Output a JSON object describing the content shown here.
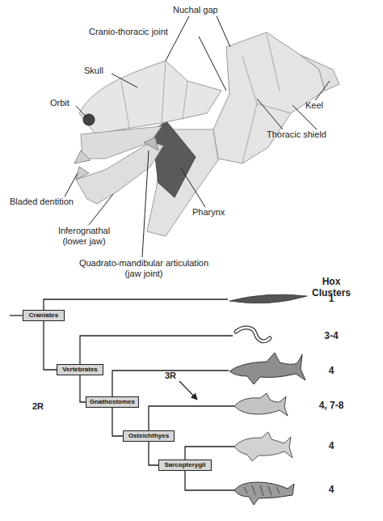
{
  "diagram": {
    "nodes": [
      {
        "text": [
          "Craniates"
        ]
      },
      {
        "text": [
          "Vertebrates"
        ]
      },
      {
        "text": [
          "Gnathostomes"
        ]
      },
      {
        "text": [
          "Osteichthyes"
        ]
      },
      {
        "text": [
          "Sarcopterygii"
        ]
      }
    ],
    "edges": [
      {
        "from": 0,
        "to": 1,
        "arrow": "none"
      },
      {
        "from": 1,
        "to": 2,
        "arrow": "none"
      },
      {
        "from": 2,
        "to": 3,
        "arrow": "none"
      },
      {
        "from": 3,
        "to": 4,
        "arrow": "none"
      }
    ],
    "labels": [
      "Nuchal gap",
      "Cranio-thoracic joint",
      "Skull",
      "Orbit",
      "Keel",
      "Thoracic shield",
      "Bladed dentition",
      "Inferognathal (lower jaw)",
      "Pharynx",
      "Quadrato-mandibular articulation (jaw joint)",
      "Hox Clusters",
      "1",
      "3-4",
      "4",
      "4, 7-8",
      "4",
      "4",
      "2R",
      "3R"
    ]
  }
}
